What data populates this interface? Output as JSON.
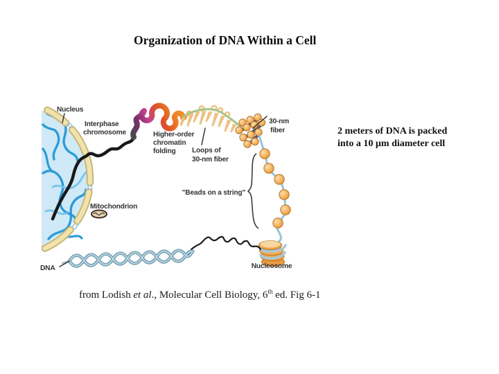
{
  "slide": {
    "title": "Organization of DNA Within a Cell",
    "note": {
      "line1": "2 meters of DNA is packed",
      "line2": "into a 10 µm diameter cell"
    },
    "caption": {
      "part1": "from Lodish ",
      "part2_italic": "et al",
      "part3": "., Molecular Cell Biology, 6",
      "part4_sup": "th",
      "part5": " ed. Fig 6-1"
    }
  },
  "diagram": {
    "labels": {
      "nucleus": "Nucleus",
      "interphase1": "Interphase",
      "interphase2": "chromosome",
      "higher1": "Higher-order",
      "higher2": "chromatin",
      "higher3": "folding",
      "loops1": "Loops of",
      "loops2": "30-nm fiber",
      "fiber1": "30-nm",
      "fiber2": "fiber",
      "beads": "\"Beads on a string\"",
      "mitochondrion": "Mitochondrion",
      "dna": "DNA",
      "nucleosome": "Nucleosome"
    },
    "colors": {
      "nucleus_fill": "#cfe9f7",
      "chromatin_blue": "#2d9bd6",
      "envelope_tan": "#f0e3ae",
      "envelope_edge": "#c9b575",
      "chromosome_black": "#1a1a1a",
      "coil_purple": "#8c2d74",
      "coil_magenta": "#c2438c",
      "coil_orange": "#f08227",
      "fiber_green": "#a9c487",
      "bead_orange": "#f0a850",
      "string_blue": "#9cc2d4",
      "label_text": "#333333"
    }
  }
}
